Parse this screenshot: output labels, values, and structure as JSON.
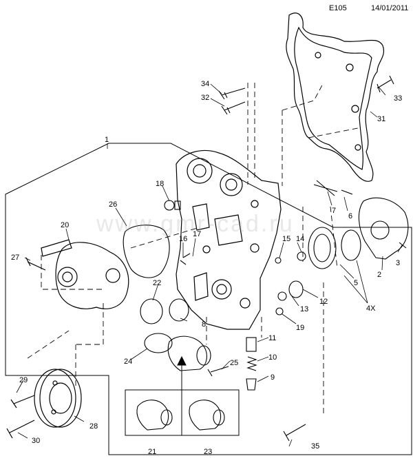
{
  "header": {
    "code": "E105",
    "date": "14/01/2011"
  },
  "watermark": "www.gmr-cad.ru",
  "callouts": [
    "1",
    "2",
    "3",
    "4X",
    "5",
    "6",
    "7",
    "8",
    "9",
    "10",
    "11",
    "12",
    "13",
    "14",
    "15",
    "16",
    "17",
    "18",
    "19",
    "20",
    "21",
    "22",
    "23",
    "24",
    "25",
    "26",
    "27",
    "28",
    "29",
    "30",
    "31",
    "32",
    "33",
    "34",
    "35"
  ]
}
